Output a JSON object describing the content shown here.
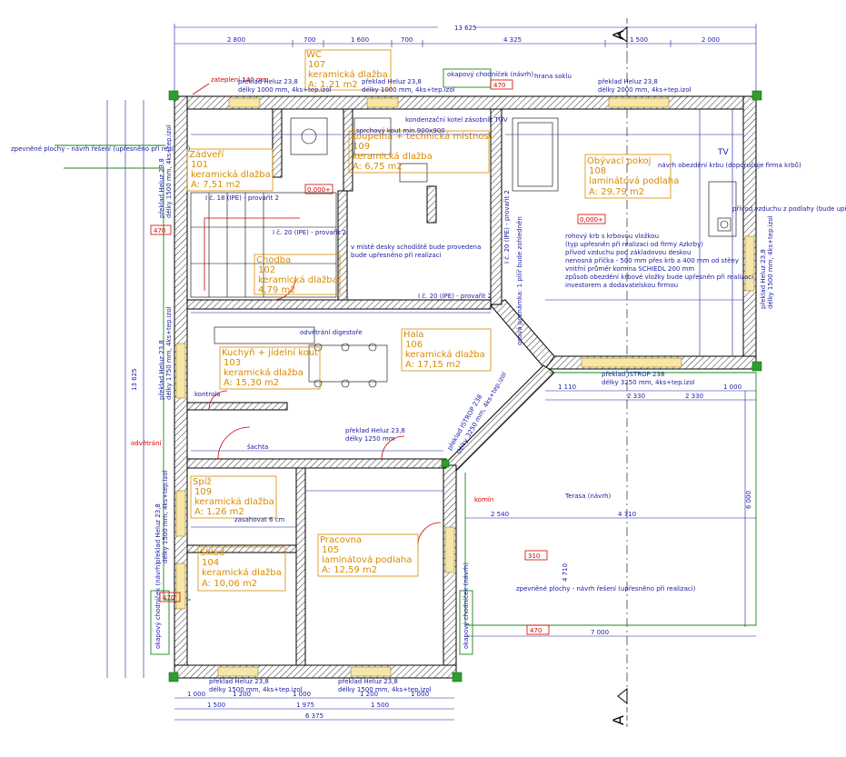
{
  "overall": {
    "width_label": "13 625",
    "height_label": "13 625"
  },
  "top_dims": [
    "2 800",
    "700",
    "1 600",
    "700",
    "4 325",
    "1 500",
    "2 000"
  ],
  "bottom_dims": {
    "row1": [
      "1 000",
      "1 200",
      "1 000",
      "1 200",
      "1 000"
    ],
    "row2": [
      "1 500",
      "1 975",
      "1 500"
    ],
    "row3": [
      "6 375"
    ]
  },
  "terrace_dims": [
    "1 110",
    "2 330",
    "1 000",
    "2 330",
    "2 540",
    "4 710",
    "7 000",
    "6 000",
    "4 710"
  ],
  "section": {
    "top": "A",
    "bottom": "A"
  },
  "rooms": [
    {
      "name": "WC",
      "number": "107",
      "floor": "keramická dlažba",
      "area": "A: 1,21 m2"
    },
    {
      "name": "Zádveří",
      "number": "101",
      "floor": "keramická dlažba",
      "area": "A: 7,51 m2"
    },
    {
      "name": "Koupelna + technická místnost",
      "number": "109",
      "floor": "keramická dlažba",
      "area": "A: 6,75 m2"
    },
    {
      "name": "Obývací pokoj",
      "number": "108",
      "floor": "laminátová podlaha",
      "area": "A: 29,79 m2"
    },
    {
      "name": "Chodba",
      "number": "102",
      "floor": "keramická dlažba",
      "area": "4,79 m2"
    },
    {
      "name": "Kuchyň + jídelní kout",
      "number": "103",
      "floor": "keramická dlažba",
      "area": "A: 15,30 m2"
    },
    {
      "name": "Hala",
      "number": "106",
      "floor": "keramická dlažba",
      "area": "A: 17,15 m2"
    },
    {
      "name": "Spíž",
      "number": "109",
      "floor": "keramická dlažba",
      "area": "A: 1,26 m2"
    },
    {
      "name": "Sklad",
      "number": "104",
      "floor": "keramická dlažba",
      "area": "A: 10,06 m2"
    },
    {
      "name": "Pracovna",
      "number": "105",
      "floor": "laminátová podlaha",
      "area": "A: 12,59 m2"
    }
  ],
  "notes": {
    "zatepleni": "zateplení 140 mm",
    "lintel_top_left": "překlad Heluz 23,8",
    "lintel_top_left_len": "délky 1000 mm, 4ks+tep.izol",
    "lintel_top_mid": "překlad Heluz 23,8",
    "lintel_top_mid_len": "délky 1000 mm, 4ks+tep.izol",
    "lintel_top_right": "překlad Heluz 23,8",
    "lintel_top_right_len": "délky 2000 mm, 4ks+tep.izol",
    "okap": "okapový chodníček (návrh)",
    "hrana_soklu": "hrana soklu",
    "zpevnene_left": "zpevněné plochy - návrh řešení (upřesněno při realizaci)",
    "zpevnene_bottom": "zpevněné plochy - návrh řešení (upřesněno při realizaci)",
    "kondenz": "kondenzační kotel zásobník TUV",
    "sprch": "sprchový kout min.900x900",
    "tv": "TV",
    "navrh_krbu": "návrh obezdění krbu (doporučuje firma krbů)",
    "privod": "přívod vzduchu z podlahy (bude upřesněno při realizaci)",
    "krb_note1": "rohový krb s krbovou vložkou",
    "krb_note2": "(typ upřesněn při realizaci od firmy Azkrby)",
    "krb_note3": "přívod vzduchu pod základovou deskou",
    "krb_note4": "nenosná příčka - 500 mm přes krb a 400 mm od stěny",
    "krb_note5": "vnitřní průměr komína SCHIEDL 200 mm",
    "krb_note6": "způsob obezdění krbové vložky bude upřesněn při realizaci",
    "krb_note7": "investorem a dodavatelskou firmou",
    "schody": "v místě desky schodiště bude provedena",
    "schody2": "bude upřesněno při realizaci",
    "ipe1": "I č. 18 (IPE) - provařit 2",
    "ipe2": "I č. 20 (IPE) - provařit 2",
    "ipe3": "I č. 20 (IPE) - provařit 2",
    "ipe4": "I č. 20 (IPE) - provařit 2",
    "odsavac": "odvětrání digestoře",
    "odvetrani": "odvětrání",
    "lintel_west1": "překlad Heluz 23,8",
    "lintel_west1_len": "délky 1500 mm, 4ks+tep.izol",
    "lintel_west2": "překlad Heluz 23,8",
    "lintel_west2_len": "délky 1750 mm, 4ks+tep.izol",
    "lintel_west3": "překlad Heluz 23,8",
    "lintel_west3_len": "délky 1500 mm, 4ks+tep.izol",
    "lintel_east": "překlad Heluz 23,8",
    "lintel_east_len": "délky 1500 mm, 4ks+tep.izol",
    "lintel_istrop": "překlad ISTROP 238",
    "lintel_istrop_len": "délky 3250 mm, 4ks+tep.izol",
    "lintel_diag": "překlad ISTROP 238",
    "lintel_diag_len": "délky 3250 mm, 4ks+tep.izol",
    "lintel_hall": "překlad Heluz 23,8",
    "lintel_hall_len": "délky 1250 mm",
    "lintel_bottom1": "překlad Heluz 23,8",
    "lintel_bottom1_len": "délky 1500 mm, 4ks+tep.izol",
    "lintel_bottom2": "překlad Heluz 23,8",
    "lintel_bottom2_len": "délky 1500 mm, 4ks+tep.izol",
    "terasa": "Terasa (návrh)",
    "okap_west": "okapový chodníček (návrh)",
    "okap_east": "okapový chodníček (návrh)",
    "zasahovat": "zasahovat 6 cm",
    "kontrola": "kontrola",
    "sachta": "šachta",
    "komin": "komín",
    "schodiste_pozn": "osová poznámka: 1 pilíř bude zohledněn"
  },
  "level_tags": {
    "t470a": "470",
    "t470b": "470",
    "t470c": "470",
    "t470d": "470",
    "t310": "310",
    "t0a": "0,000+",
    "t0b": "0,000+"
  }
}
